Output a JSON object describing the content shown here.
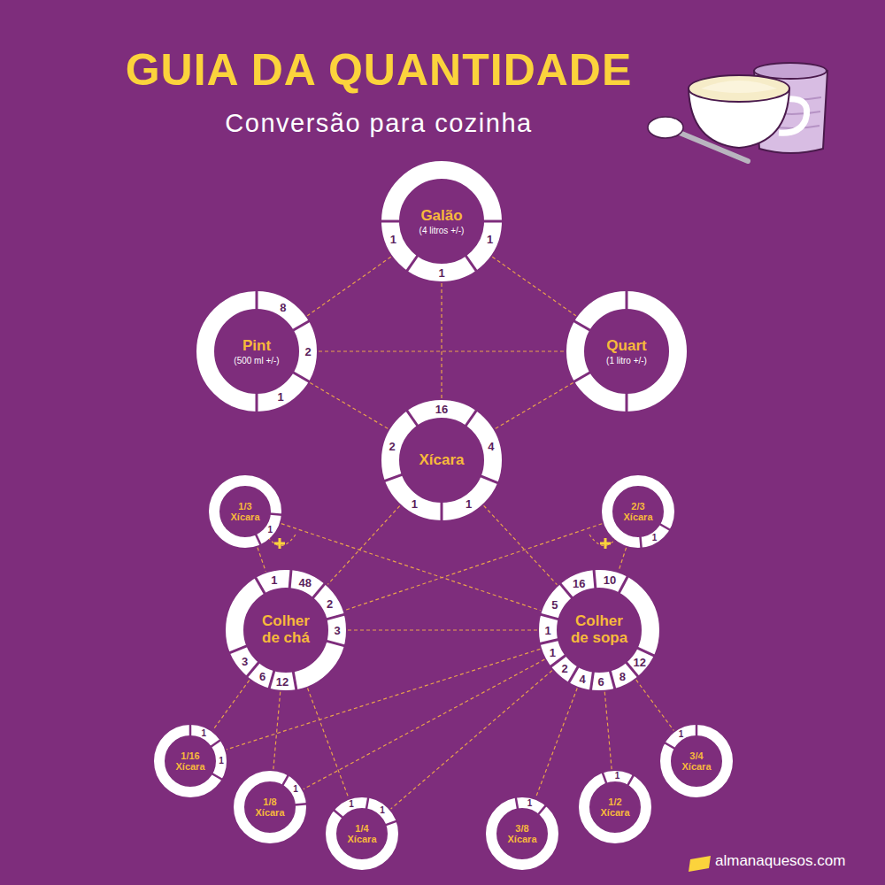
{
  "diagram": {
    "title": "GUIA DA QUANTIDADE",
    "nodes": [
      {
        "text": [
          "Galão",
          "(4 litros +/-)"
        ]
      },
      {
        "text": [
          "Pint",
          "(500 ml +/-)"
        ]
      },
      {
        "text": [
          "Quart",
          "(1 litro +/-)"
        ]
      },
      {
        "text": [
          "Xícara"
        ]
      },
      {
        "text": [
          "1/3 Xícara"
        ]
      },
      {
        "text": [
          "2/3 Xícara"
        ]
      },
      {
        "text": [
          "Colher de chá"
        ]
      },
      {
        "text": [
          "Colher de sopa"
        ]
      },
      {
        "text": [
          "1/16 Xícara"
        ]
      },
      {
        "text": [
          "1/8 Xícara"
        ]
      },
      {
        "text": [
          "1/4 Xícara"
        ]
      },
      {
        "text": [
          "3/8 Xícara"
        ]
      },
      {
        "text": [
          "1/2 Xícara"
        ]
      },
      {
        "text": [
          "3/4 Xícara"
        ]
      }
    ],
    "edges": [
      {
        "from": 0,
        "to": 1,
        "arrow": "none"
      },
      {
        "from": 0,
        "to": 2,
        "arrow": "none"
      },
      {
        "from": 0,
        "to": 3,
        "arrow": "none"
      },
      {
        "from": 1,
        "to": 2,
        "arrow": "none"
      },
      {
        "from": 1,
        "to": 3,
        "arrow": "none"
      },
      {
        "from": 2,
        "to": 3,
        "arrow": "none"
      },
      {
        "from": 3,
        "to": 6,
        "arrow": "none"
      },
      {
        "from": 3,
        "to": 7,
        "arrow": "none"
      },
      {
        "from": 4,
        "to": 6,
        "arrow": "none"
      },
      {
        "from": 4,
        "to": 7,
        "arrow": "none"
      },
      {
        "from": 5,
        "to": 7,
        "arrow": "none"
      },
      {
        "from": 5,
        "to": 6,
        "arrow": "none"
      },
      {
        "from": 6,
        "to": 7,
        "arrow": "none"
      },
      {
        "from": 6,
        "to": 8,
        "arrow": "none"
      },
      {
        "from": 7,
        "to": 8,
        "arrow": "none"
      },
      {
        "from": 6,
        "to": 9,
        "arrow": "none"
      },
      {
        "from": 7,
        "to": 9,
        "arrow": "none"
      },
      {
        "from": 6,
        "to": 10,
        "arrow": "none"
      },
      {
        "from": 7,
        "to": 10,
        "arrow": "none"
      },
      {
        "from": 7,
        "to": 11,
        "arrow": "none"
      },
      {
        "from": 7,
        "to": 12,
        "arrow": "none"
      },
      {
        "from": 7,
        "to": 13,
        "arrow": "none"
      }
    ],
    "labels": [
      "Conversão para cozinha",
      "1",
      "1",
      "1",
      "8",
      "2",
      "1",
      "16",
      "2",
      "4",
      "1",
      "1",
      "1",
      "1",
      "1",
      "48",
      "2",
      "3",
      "3",
      "6",
      "12",
      "16",
      "10",
      "5",
      "1",
      "1",
      "2",
      "4",
      "6",
      "8",
      "12",
      "1",
      "1",
      "1",
      "1",
      "1",
      "1",
      "1",
      "1",
      "almanaquesos.com"
    ]
  }
}
